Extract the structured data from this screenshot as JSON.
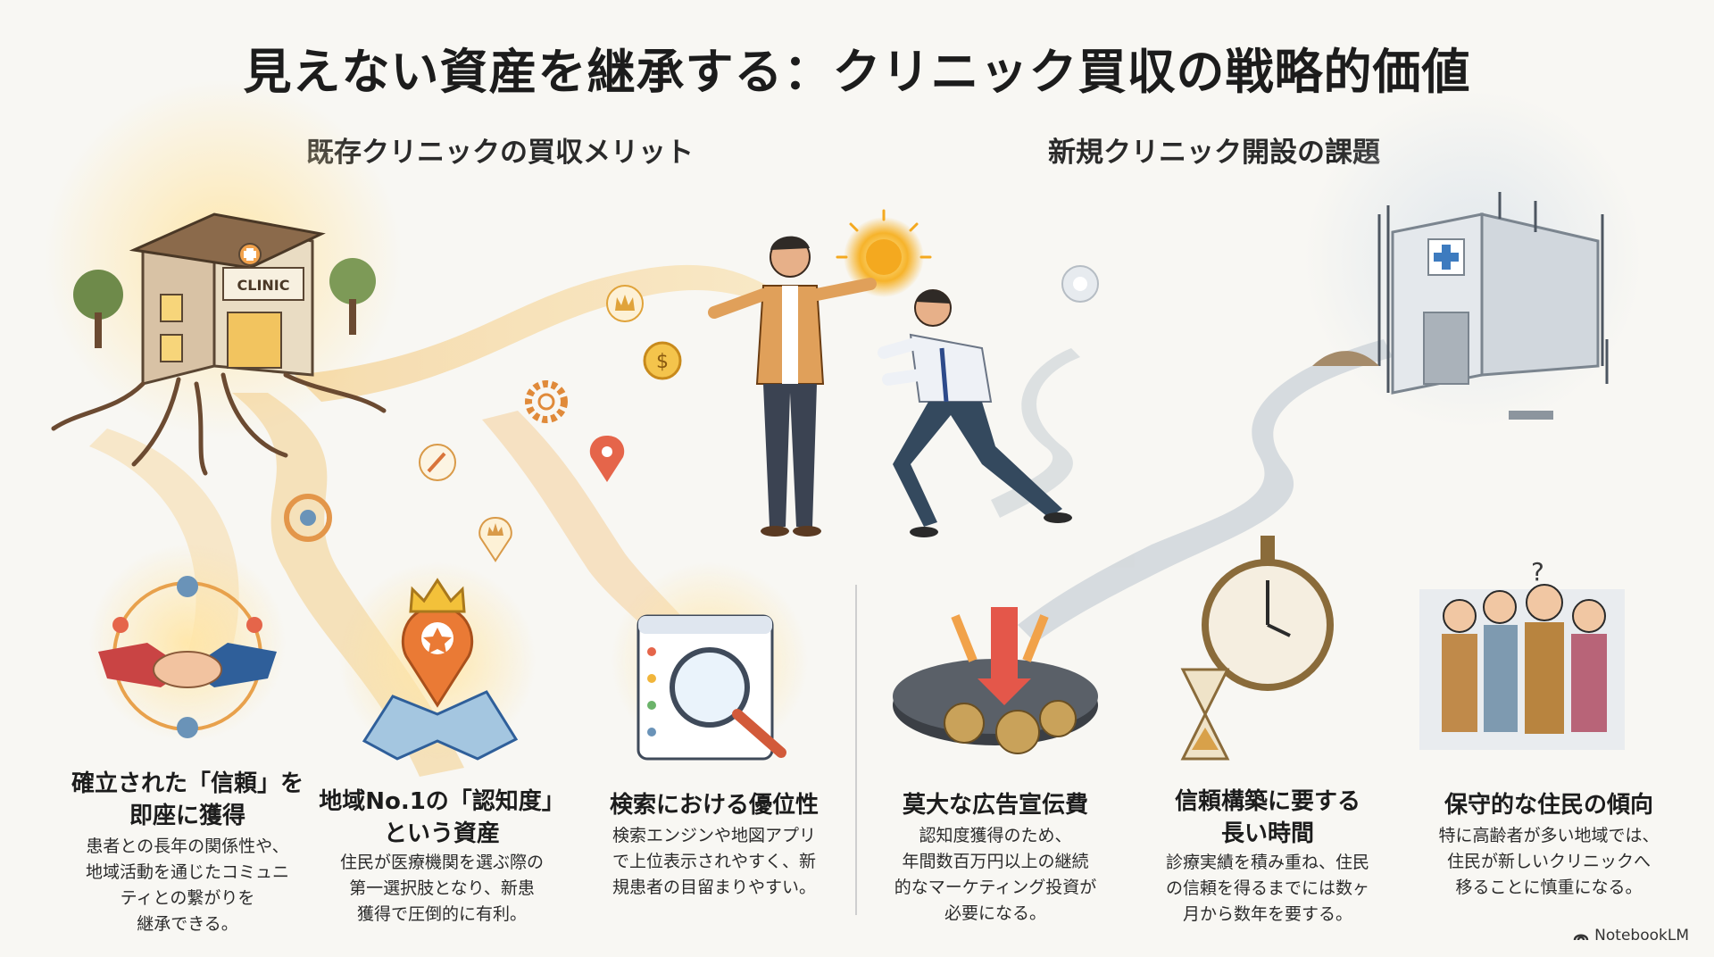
{
  "title": "見えない資産を継承する：クリニック買収の戦略的価値",
  "left_heading": "既存クリニックの買収メリット",
  "right_heading": "新規クリニック開設の課題",
  "building_sign": "CLINIC",
  "benefits": [
    {
      "icon": "handshake-icon",
      "title": "確立された「信頼」を\n即座に獲得",
      "body": "患者との長年の関係性や、\n地域活動を通じたコミュニ\nティとの繋がりを\n継承できる。"
    },
    {
      "icon": "crown-map-pin-icon",
      "title": "地域No.1の「認知度」\nという資産",
      "body": "住民が医療機関を選ぶ際の\n第一選択肢となり、新患\n獲得で圧倒的に有利。"
    },
    {
      "icon": "search-window-icon",
      "title": "検索における優位性",
      "body": "検索エンジンや地図アプリ\nで上位表示されやすく、新\n規患者の目留まりやすい。"
    }
  ],
  "challenges": [
    {
      "icon": "money-pit-icon",
      "title": "莫大な広告宣伝費",
      "body": "認知度獲得のため、\n年間数百万円以上の継続\n的なマーケティング投資が\n必要になる。"
    },
    {
      "icon": "stopwatch-hourglass-icon",
      "title": "信頼構築に要する\n長い時間",
      "body": "診療実績を積み重ね、住民\nの信頼を得るまでには数ヶ\n月から数年を要する。"
    },
    {
      "icon": "elderly-residents-icon",
      "title": "保守的な住民の傾向",
      "body": "特に高齢者が多い地域では、\n住民が新しいクリニックへ\n移ることに慎重になる。"
    }
  ],
  "brand": "NotebookLM",
  "colors": {
    "warm": "#f2b64a",
    "orange": "#e67e22",
    "cool": "#b9c3cc",
    "text": "#1c1c1c"
  }
}
